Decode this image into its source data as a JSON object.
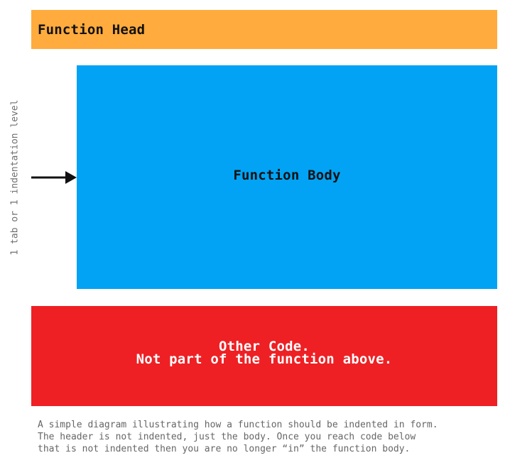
{
  "diagram": {
    "head_label": "Function Head",
    "body_label": "Function Body",
    "other_label_line1": "Other Code.",
    "other_label_line2": "Not part of the function above.",
    "indent_label": "1 tab or 1 indentation level",
    "caption": "A simple diagram illustrating how a function should be indented in form.\nThe header is not indented, just the body. Once you reach code below\nthat is not indented then you are no longer “in” the function body."
  },
  "colors": {
    "head_fill": "#ffab3d",
    "body_fill": "#02a3f4",
    "other_fill": "#ee2024",
    "arrow": "#111111"
  },
  "icons": {
    "indent_arrow": "right-arrow-icon"
  }
}
